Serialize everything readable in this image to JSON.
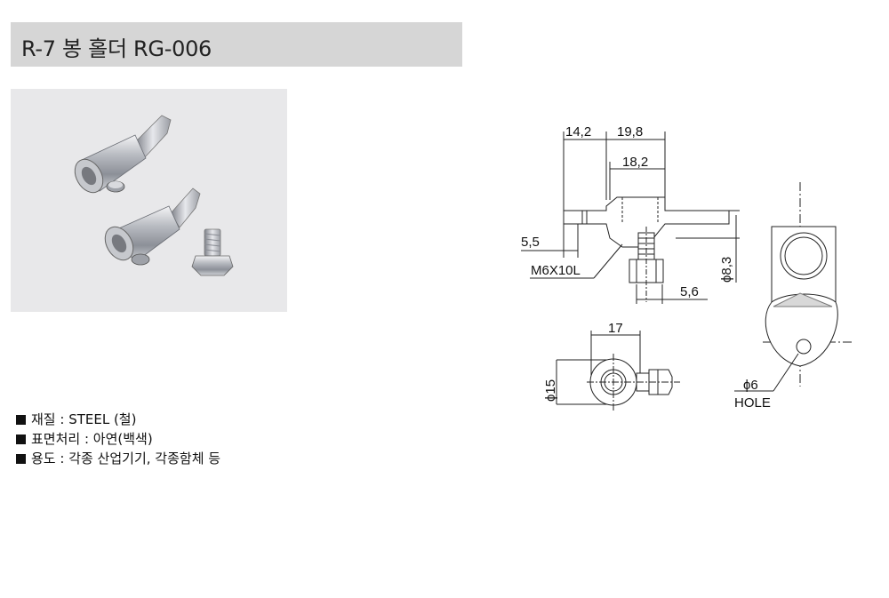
{
  "title": "R-7 봉 홀더 RG-006",
  "specs": [
    "재질 : STEEL (철)",
    "표면처리 : 아연(백색)",
    "용도 : 각종 산업기기, 각종함체 등"
  ],
  "drawing": {
    "dim_14_2": "14,2",
    "dim_19_8": "19,8",
    "dim_18_2": "18,2",
    "dim_5_5": "5,5",
    "thread": "M6X10L",
    "dim_8_3": "ϕ8,3",
    "dim_5_6": "5,6",
    "dim_17": "17",
    "dim_15": "ϕ15",
    "dim_6": "ϕ6",
    "hole": "HOLE"
  }
}
